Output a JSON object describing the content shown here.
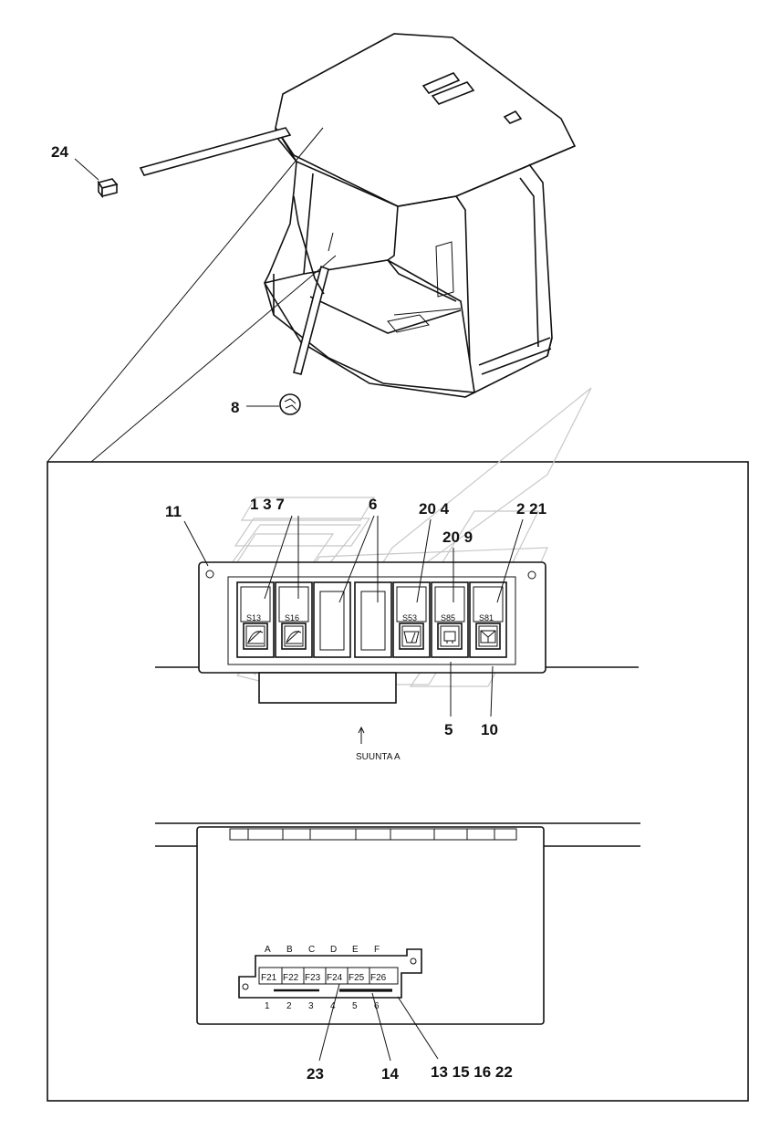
{
  "callouts": {
    "c24": "24",
    "c8": "8",
    "c11": "11",
    "c1_3_7": "1  3  7",
    "c6": "6",
    "c20_4": "20  4",
    "c20_9": "20  9",
    "c2_21": "2  21",
    "c5": "5",
    "c10": "10",
    "c23": "23",
    "c14": "14",
    "c13_15_16_22": "13  15  16  22"
  },
  "switches": [
    {
      "code": "S13",
      "icon": "rear-wiper-icon"
    },
    {
      "code": "S16",
      "icon": "front-wiper-icon"
    },
    {
      "code": "",
      "icon": "blank-panel"
    },
    {
      "code": "",
      "icon": "blank-panel"
    },
    {
      "code": "S53",
      "icon": "roof-wiper-icon"
    },
    {
      "code": "S85",
      "icon": "washer-icon"
    },
    {
      "code": "S81",
      "icon": "fan-icon"
    }
  ],
  "view_label": "SUUNTA A",
  "fuses": {
    "top_letters": [
      "A",
      "B",
      "C",
      "D",
      "E",
      "F"
    ],
    "labels": [
      "F21",
      "F22",
      "F23",
      "F24",
      "F25",
      "F26"
    ],
    "bottom_numbers": [
      "1",
      "2",
      "3",
      "4",
      "5",
      "6"
    ]
  }
}
